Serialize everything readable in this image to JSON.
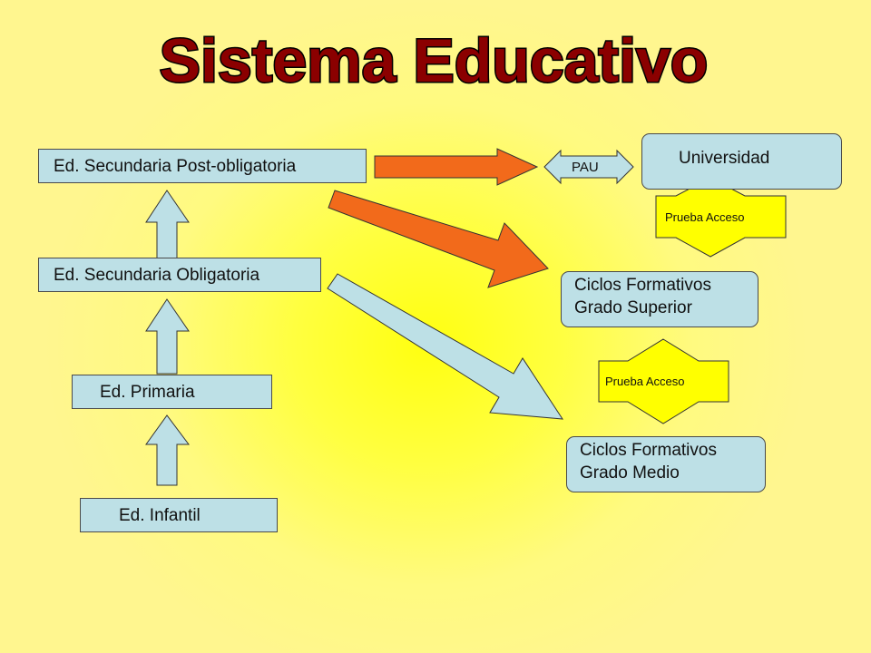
{
  "title": "Sistema Educativo",
  "stages": {
    "post_obligatoria": "Ed. Secundaria Post-obligatoria",
    "obligatoria": "Ed. Secundaria Obligatoria",
    "primaria": "Ed. Primaria",
    "infantil": "Ed. Infantil"
  },
  "destinations": {
    "universidad": "Universidad",
    "grado_superior": [
      "Ciclos Formativos",
      "Grado Superior"
    ],
    "grado_medio": [
      "Ciclos Formativos",
      "Grado Medio"
    ]
  },
  "connectors": {
    "pau": "PAU",
    "prueba_acceso_superior": "Prueba Acceso",
    "prueba_acceso_medio": "Prueba Acceso"
  },
  "colors": {
    "box_fill": "#bde0e6",
    "orange_arrow": "#f26a1b",
    "yellow_arrow": "#ffff00",
    "title": "#8b0000"
  }
}
